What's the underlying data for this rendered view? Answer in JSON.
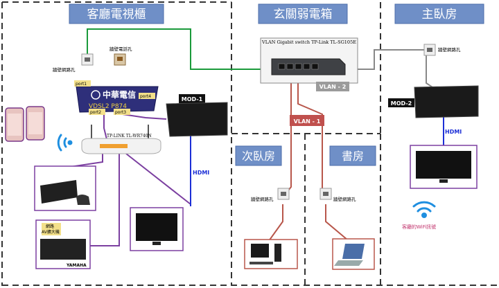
{
  "zones": {
    "living_room": "客廳電視櫃",
    "entrance": "玄關弱電箱",
    "master_bedroom": "主臥房",
    "second_bedroom": "次臥房",
    "study": "書房"
  },
  "labels": {
    "switch_model": "VLAN Gigabit switch TP-Link TL-SG105E",
    "vlan1": "VLAN - 1",
    "vlan2": "VLAN - 2",
    "wall_outlet": "牆壁網路孔",
    "wall_phone": "牆壁電話孔",
    "modem_brand": "中華電信",
    "modem_model": "VDSL2  P874",
    "port1": "port1",
    "port2": "port2",
    "port3": "port3",
    "port4": "port4",
    "router_model": "TP-LINK TL-WR740N",
    "mod1": "MOD-1",
    "mod2": "MOD-2",
    "hdmi": "HDMI",
    "av_amp": "網路\nAV擴大機",
    "yamaha": "YAMAHA",
    "wifi_note": "客廳的WiFi訊號"
  },
  "colors": {
    "title_bg": "#6f8fc7",
    "green_line": "#1a9a3a",
    "purple_line": "#7b3fa0",
    "red_line": "#b8564a",
    "gray_line": "#888888",
    "blue_line": "#1c2fd6",
    "vlan1_bg": "#c0504d",
    "vlan2_bg": "#9b9b9b",
    "wifi_blue": "#1f8fe0"
  }
}
